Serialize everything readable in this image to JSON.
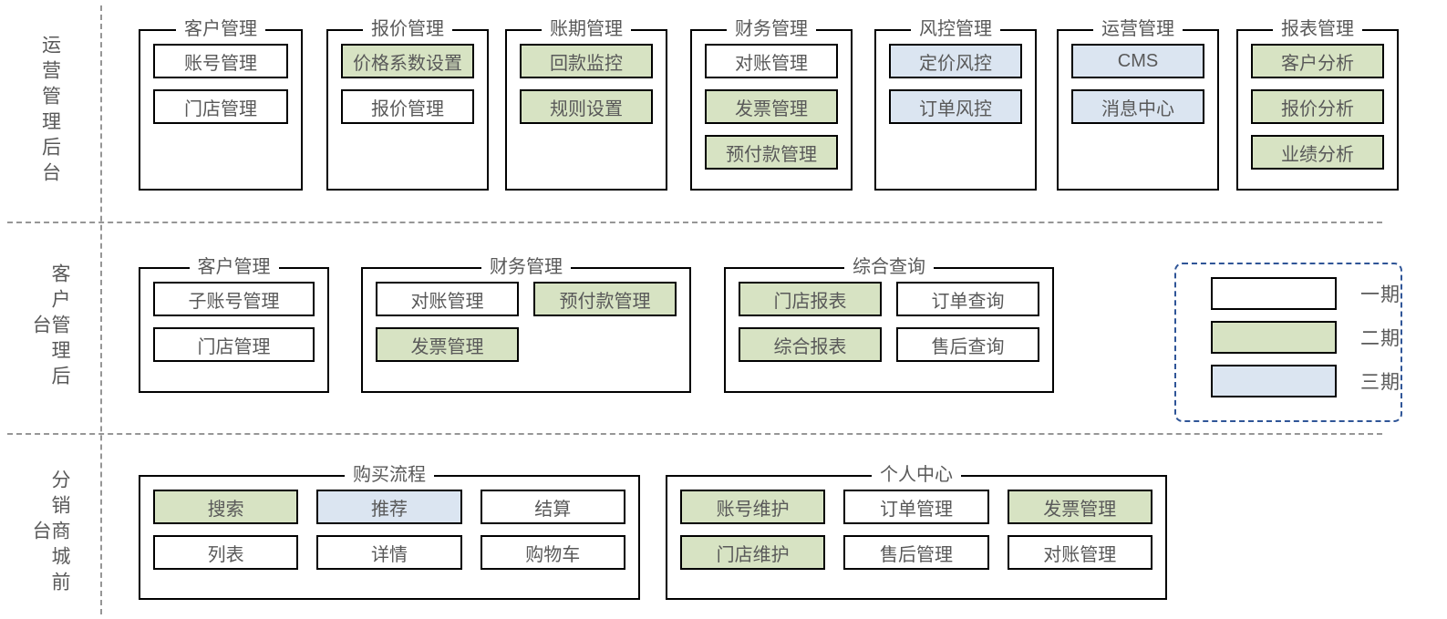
{
  "legend_colors": {
    "phase1": "#ffffff",
    "phase2": "#d7e3c3",
    "phase3": "#dbe5f1",
    "border": "#000000",
    "legend_border": "#2f5597",
    "separator": "#969696",
    "text": "#595959"
  },
  "rows": [
    {
      "label": "运营管理后台",
      "groups": [
        {
          "title": "客户管理",
          "layout": "col",
          "nodes": [
            {
              "label": "账号管理",
              "phase": "phase1"
            },
            {
              "label": "门店管理",
              "phase": "phase1"
            }
          ]
        },
        {
          "title": "报价管理",
          "layout": "col",
          "nodes": [
            {
              "label": "价格系数设置",
              "phase": "phase2"
            },
            {
              "label": "报价管理",
              "phase": "phase1"
            }
          ]
        },
        {
          "title": "账期管理",
          "layout": "col",
          "nodes": [
            {
              "label": "回款监控",
              "phase": "phase2"
            },
            {
              "label": "规则设置",
              "phase": "phase2"
            }
          ]
        },
        {
          "title": "财务管理",
          "layout": "col",
          "nodes": [
            {
              "label": "对账管理",
              "phase": "phase1"
            },
            {
              "label": "发票管理",
              "phase": "phase2"
            },
            {
              "label": "预付款管理",
              "phase": "phase2"
            }
          ]
        },
        {
          "title": "风控管理",
          "layout": "col",
          "nodes": [
            {
              "label": "定价风控",
              "phase": "phase3"
            },
            {
              "label": "订单风控",
              "phase": "phase3"
            }
          ]
        },
        {
          "title": "运营管理",
          "layout": "col",
          "nodes": [
            {
              "label": "CMS",
              "phase": "phase3"
            },
            {
              "label": "消息中心",
              "phase": "phase3"
            }
          ]
        },
        {
          "title": "报表管理",
          "layout": "col",
          "nodes": [
            {
              "label": "客户分析",
              "phase": "phase2"
            },
            {
              "label": "报价分析",
              "phase": "phase2"
            },
            {
              "label": "业绩分析",
              "phase": "phase2"
            }
          ]
        }
      ]
    },
    {
      "label": "客户管理后台",
      "groups": [
        {
          "title": "客户管理",
          "layout": "col",
          "nodes": [
            {
              "label": "子账号管理",
              "phase": "phase1"
            },
            {
              "label": "门店管理",
              "phase": "phase1"
            }
          ]
        },
        {
          "title": "财务管理",
          "layout": "two",
          "nodes": [
            {
              "label": "对账管理",
              "phase": "phase1"
            },
            {
              "label": "预付款管理",
              "phase": "phase2"
            },
            {
              "label": "发票管理",
              "phase": "phase2"
            },
            {
              "label": "",
              "phase": "spacer"
            }
          ]
        },
        {
          "title": "综合查询",
          "layout": "two",
          "nodes": [
            {
              "label": "门店报表",
              "phase": "phase2"
            },
            {
              "label": "订单查询",
              "phase": "phase1"
            },
            {
              "label": "综合报表",
              "phase": "phase2"
            },
            {
              "label": "售后查询",
              "phase": "phase1"
            }
          ]
        }
      ]
    },
    {
      "label": "分销商城前台",
      "groups": [
        {
          "title": "购买流程",
          "layout": "three",
          "nodes": [
            {
              "label": "搜索",
              "phase": "phase2"
            },
            {
              "label": "推荐",
              "phase": "phase3"
            },
            {
              "label": "结算",
              "phase": "phase1"
            },
            {
              "label": "列表",
              "phase": "phase1"
            },
            {
              "label": "详情",
              "phase": "phase1"
            },
            {
              "label": "购物车",
              "phase": "phase1"
            }
          ]
        },
        {
          "title": "个人中心",
          "layout": "three",
          "nodes": [
            {
              "label": "账号维护",
              "phase": "phase2"
            },
            {
              "label": "订单管理",
              "phase": "phase1"
            },
            {
              "label": "发票管理",
              "phase": "phase2"
            },
            {
              "label": "门店维护",
              "phase": "phase2"
            },
            {
              "label": "售后管理",
              "phase": "phase1"
            },
            {
              "label": "对账管理",
              "phase": "phase1"
            }
          ]
        }
      ]
    }
  ],
  "legend": {
    "items": [
      {
        "label": "一期",
        "phase": "phase1"
      },
      {
        "label": "二期",
        "phase": "phase2"
      },
      {
        "label": "三期",
        "phase": "phase3"
      }
    ]
  }
}
